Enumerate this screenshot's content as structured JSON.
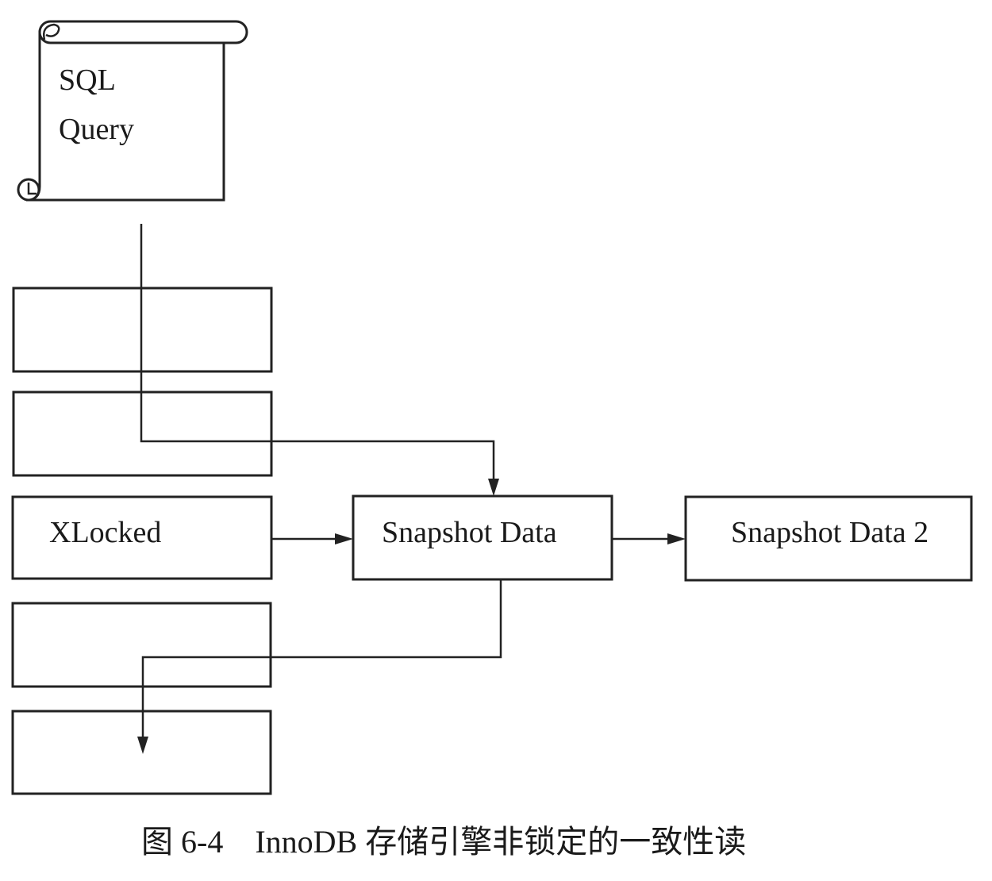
{
  "scroll": {
    "line1": "SQL",
    "line2": "Query"
  },
  "rows": [
    {
      "label": ""
    },
    {
      "label": ""
    },
    {
      "label": "XLocked"
    },
    {
      "label": ""
    },
    {
      "label": ""
    }
  ],
  "snapshot1": {
    "label": "Snapshot Data"
  },
  "snapshot2": {
    "label": "Snapshot Data 2"
  },
  "caption": "图 6-4　InnoDB 存储引擎非锁定的一致性读",
  "colors": {
    "stroke": "#222222",
    "background": "#ffffff",
    "text": "#1a1a1a"
  }
}
